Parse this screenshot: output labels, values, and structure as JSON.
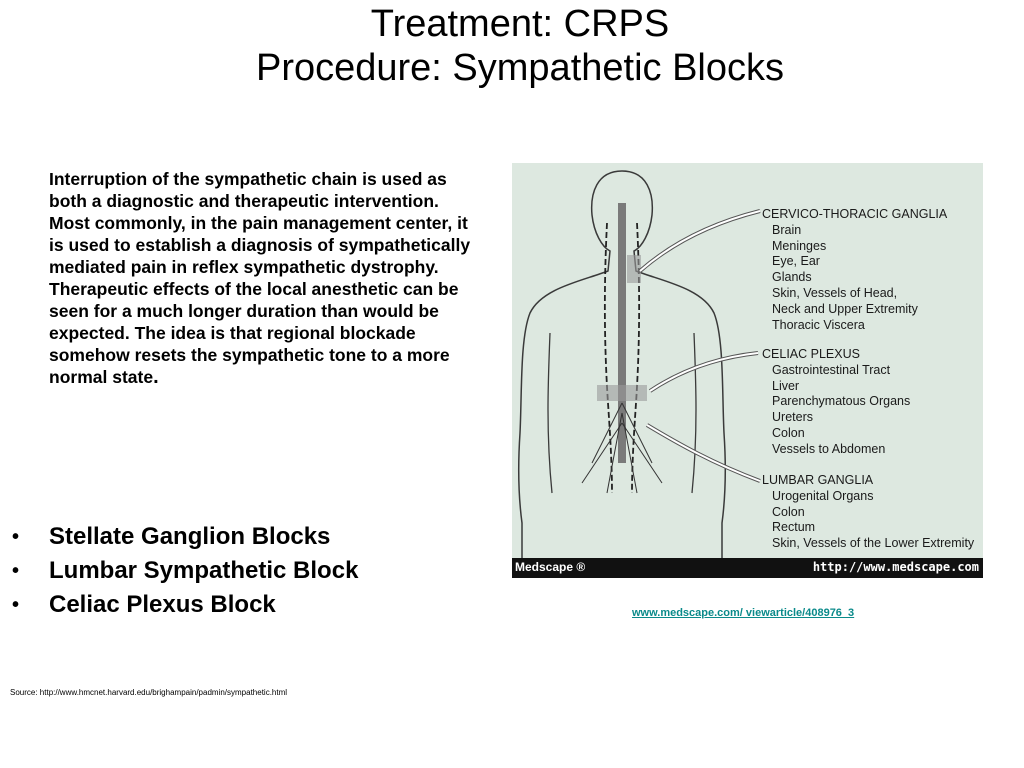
{
  "title": {
    "line1": "Treatment: CRPS",
    "line2": "Procedure: Sympathetic Blocks"
  },
  "body": {
    "paragraph": "Interruption of the sympathetic chain is used as both a diagnostic and therapeutic intervention. Most commonly, in the pain management center, it is used to establish a diagnosis of sympathetically mediated pain in reflex sympathetic dystrophy. Therapeutic effects of the local anesthetic can be seen for a much longer duration than would be expected. The idea is that regional blockade somehow resets the sympathetic tone to a more normal state",
    "period": "."
  },
  "bullets": [
    "Stellate Ganglion Blocks",
    "Lumbar Sympathetic Block",
    "Celiac Plexus Block"
  ],
  "bullet_glyph": "•",
  "figure": {
    "groups": [
      {
        "heading": "CERVICO-THORACIC GANGLIA",
        "items": [
          "Brain",
          "Meninges",
          "Eye, Ear",
          "Glands",
          "Skin, Vessels of Head,",
          "Neck and Upper Extremity",
          "Thoracic Viscera"
        ]
      },
      {
        "heading": "CELIAC PLEXUS",
        "items": [
          "Gastrointestinal Tract",
          "Liver",
          "Parenchymatous Organs",
          "Ureters",
          "Colon",
          "Vessels to Abdomen"
        ]
      },
      {
        "heading": "LUMBAR GANGLIA",
        "items": [
          "Urogenital Organs",
          "Colon",
          "Rectum",
          "Skin, Vessels of the Lower Extremity"
        ]
      }
    ],
    "footer_left": "Medscape ®",
    "footer_right": "http://www.medscape.com",
    "background_color": "#dde8e0"
  },
  "link": "www.medscape.com/ viewarticle/408976_3",
  "source": "Source: http://www.hmcnet.harvard.edu/brighampain/padmin/sympathetic.html"
}
